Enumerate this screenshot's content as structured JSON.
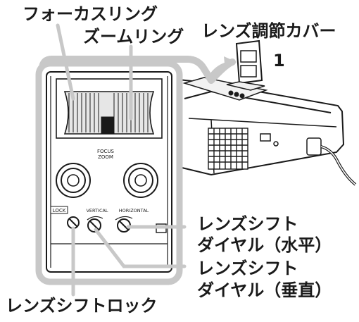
{
  "labels": {
    "focus_ring": "フォーカスリング",
    "zoom_ring": "ズームリング",
    "lens_cover": "レンズ調節カバー",
    "step_number": "1",
    "h_shift_line1": "レンズシフト",
    "h_shift_line2": "ダイヤル（水平）",
    "v_shift_line1": "レンズシフト",
    "v_shift_line2": "ダイヤル（垂直）",
    "shift_lock": "レンズシフトロック"
  },
  "panel_text": {
    "focus": "FOCUS",
    "zoom": "ZOOM",
    "lock": "LOCK",
    "vertical": "VERTICAL",
    "horizontal": "HORIZONTAL"
  },
  "colors": {
    "highlight": "#c8c8c8",
    "line": "#1a1a1a"
  }
}
